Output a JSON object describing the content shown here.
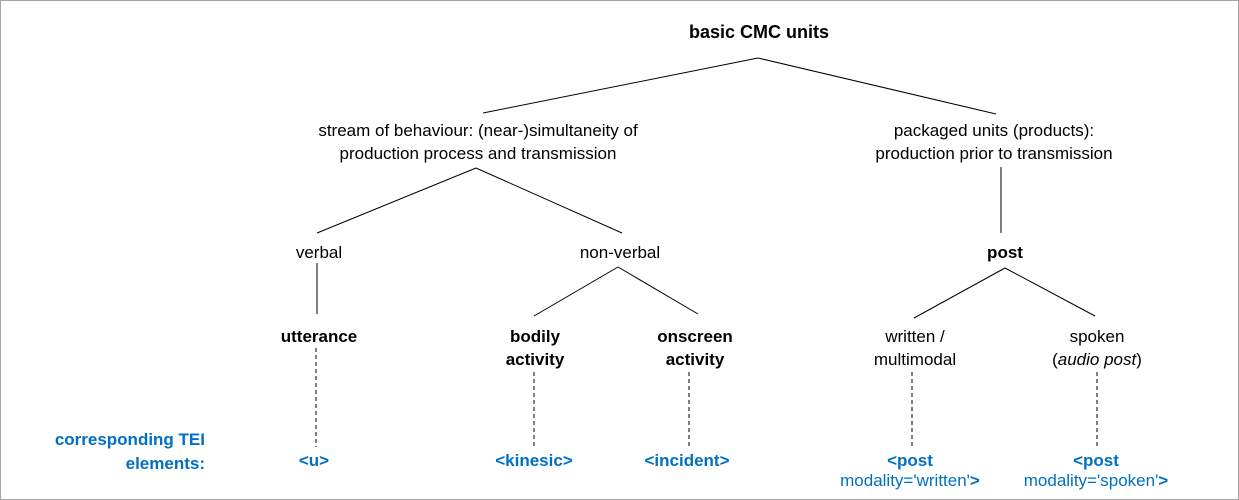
{
  "nodes": {
    "root": "basic CMC units",
    "stream_line1": "stream of behaviour: (near-)simultaneity of",
    "stream_line2": "production process and transmission",
    "packaged_line1": "packaged units (products):",
    "packaged_line2": "production prior to transmission",
    "verbal": "verbal",
    "nonverbal": "non-verbal",
    "utterance": "utterance",
    "bodily_line1": "bodily",
    "bodily_line2": "activity",
    "onscreen_line1": "onscreen",
    "onscreen_line2": "activity",
    "post": "post",
    "written_line1": "written /",
    "written_line2": "multimodal",
    "spoken_line1": "spoken",
    "spoken_open": "(",
    "spoken_italic": "audio post",
    "spoken_close": ")"
  },
  "tei": {
    "caption_line1": "corresponding TEI",
    "caption_line2": "elements:",
    "u": "<u>",
    "kinesic": "<kinesic>",
    "incident": "<incident>",
    "post_written_line1": "<post",
    "post_written_line2": "modality='written'",
    "post_written_close": ">",
    "post_spoken_line1": "<post",
    "post_spoken_line2": "modality='spoken'",
    "post_spoken_close": ">"
  },
  "colors": {
    "accent_blue": "#0070C0",
    "line_color": "#000000",
    "frame_border": "#A6A6A6",
    "background": "#FFFFFF"
  }
}
